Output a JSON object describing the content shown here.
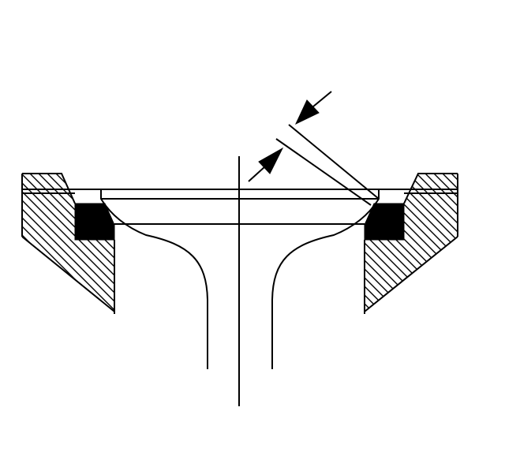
{
  "diagram": {
    "type": "valve-seat-cross-section",
    "colors": {
      "stroke": "#000000",
      "background": "#ffffff",
      "seat_insert": "#000000"
    },
    "parts": [
      "cylinder-head-left",
      "cylinder-head-right",
      "valve-seat-insert-left",
      "valve-seat-insert-right",
      "valve-head",
      "valve-stem",
      "centerline",
      "seat-width-dimension"
    ]
  }
}
